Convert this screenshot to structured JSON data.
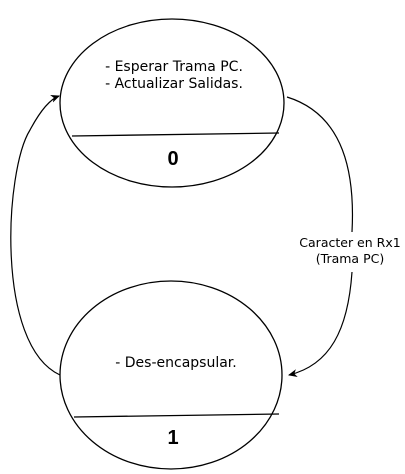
{
  "states": [
    {
      "id": "state-0",
      "lines": [
        "- Esperar Trama PC.",
        "- Actualizar Salidas."
      ],
      "number": "0"
    },
    {
      "id": "state-1",
      "lines": [
        "- Des-encapsular."
      ],
      "number": "1"
    }
  ],
  "transitions": [
    {
      "from": "0",
      "to": "1",
      "label_lines": [
        "Caracter en Rx1",
        "(Trama PC)"
      ]
    },
    {
      "from": "1",
      "to": "0",
      "label_lines": []
    }
  ],
  "colors": {
    "stroke": "#000000",
    "background": "#ffffff"
  }
}
